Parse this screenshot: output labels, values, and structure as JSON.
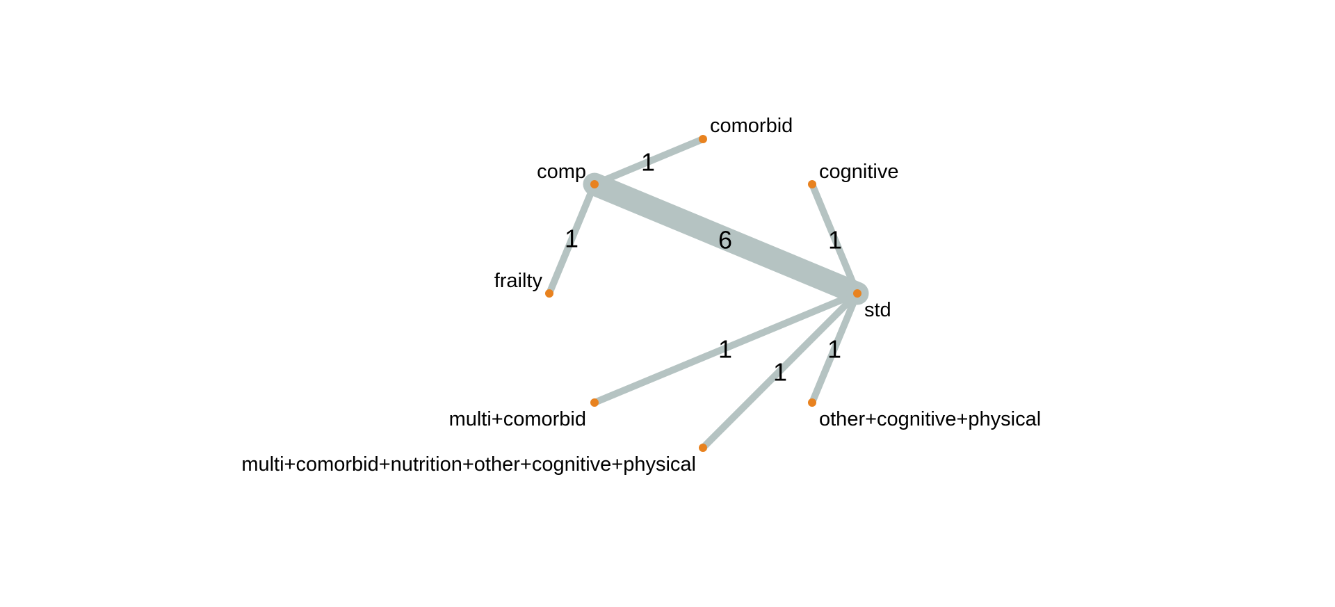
{
  "network": {
    "nodes": [
      {
        "id": "comp",
        "label": "comp"
      },
      {
        "id": "comorbid",
        "label": "comorbid"
      },
      {
        "id": "cognitive",
        "label": "cognitive"
      },
      {
        "id": "frailty",
        "label": "frailty"
      },
      {
        "id": "std",
        "label": "std"
      },
      {
        "id": "multi+comorbid",
        "label": "multi+comorbid"
      },
      {
        "id": "other+cognitive+physical",
        "label": "other+cognitive+physical"
      },
      {
        "id": "multi+comorbid+nutrition+other+cognitive+physical",
        "label": "multi+comorbid+nutrition+other+cognitive+physical"
      }
    ],
    "edges": [
      {
        "from": "comp",
        "to": "comorbid",
        "label": "1",
        "studies": 1
      },
      {
        "from": "comp",
        "to": "frailty",
        "label": "1",
        "studies": 1
      },
      {
        "from": "comp",
        "to": "std",
        "label": "6",
        "studies": 6
      },
      {
        "from": "cognitive",
        "to": "std",
        "label": "1",
        "studies": 1
      },
      {
        "from": "std",
        "to": "multi+comorbid",
        "label": "1",
        "studies": 1
      },
      {
        "from": "std",
        "to": "multi+comorbid+nutrition+other+cognitive+physical",
        "label": "1",
        "studies": 1
      },
      {
        "from": "std",
        "to": "other+cognitive+physical",
        "label": "1",
        "studies": 1
      }
    ],
    "colors": {
      "edge": "#b5c3c2",
      "node_point": "#e8821f",
      "node_halo": "#b5c3c2",
      "text": "#000000"
    }
  }
}
